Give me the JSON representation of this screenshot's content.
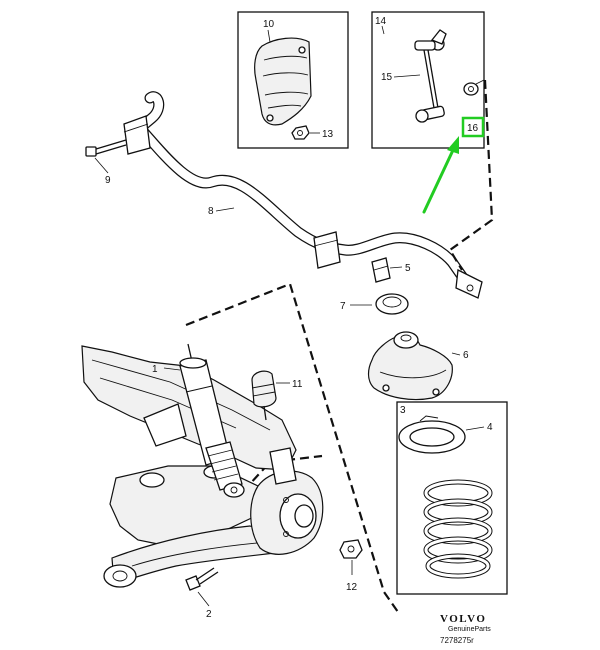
{
  "callouts": {
    "c1": "1",
    "c2": "2",
    "c3": "3",
    "c4": "4",
    "c5": "5",
    "c6": "6",
    "c7": "7",
    "c8": "8",
    "c9": "9",
    "c10": "10",
    "c11": "11",
    "c12": "12",
    "c13": "13",
    "c14": "14",
    "c15": "15",
    "c16": "16"
  },
  "brand": {
    "logo": "VOLVO",
    "subtitle": "GenuineParts",
    "reference": "7278275r"
  },
  "highlight": {
    "color": "#22cc22",
    "target_callout": "16"
  }
}
